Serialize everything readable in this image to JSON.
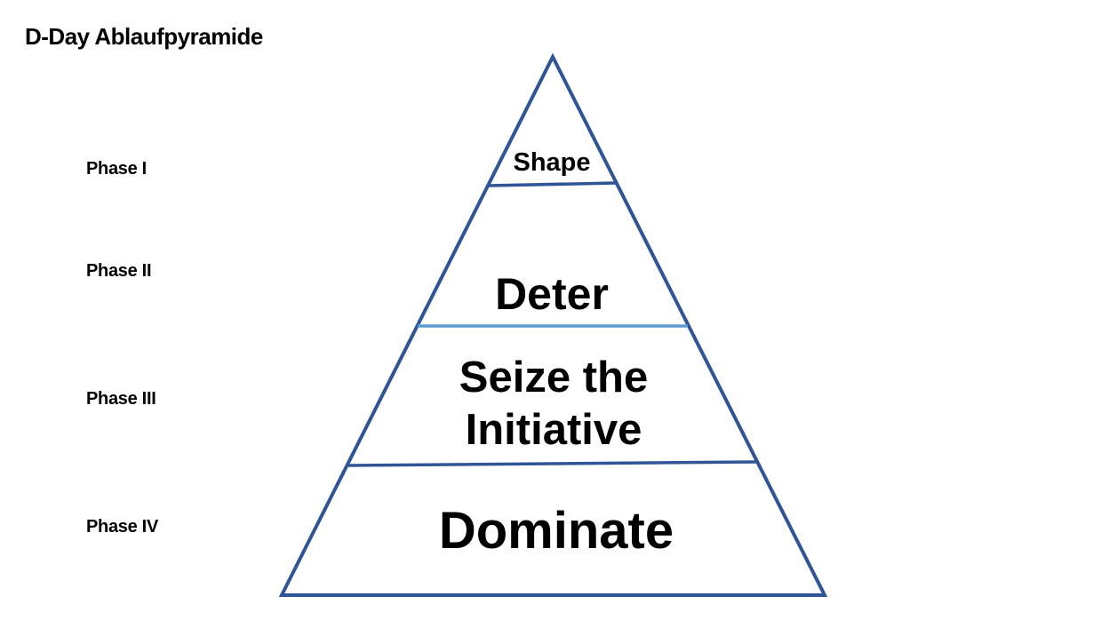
{
  "title": "D-Day Ablaufpyramide",
  "phases": [
    {
      "label": "Phase I"
    },
    {
      "label": "Phase II"
    },
    {
      "label": "Phase III"
    },
    {
      "label": "Phase IV"
    }
  ],
  "tiers": [
    {
      "lines": [
        "Shape"
      ]
    },
    {
      "lines": [
        "Deter"
      ]
    },
    {
      "lines": [
        "Seize the",
        "Initiative"
      ]
    },
    {
      "lines": [
        "Dominate"
      ]
    }
  ],
  "colors": {
    "outline": "#2f5597",
    "divider_highlight": "#5b9bd5",
    "text": "#000000",
    "background": "#ffffff"
  }
}
